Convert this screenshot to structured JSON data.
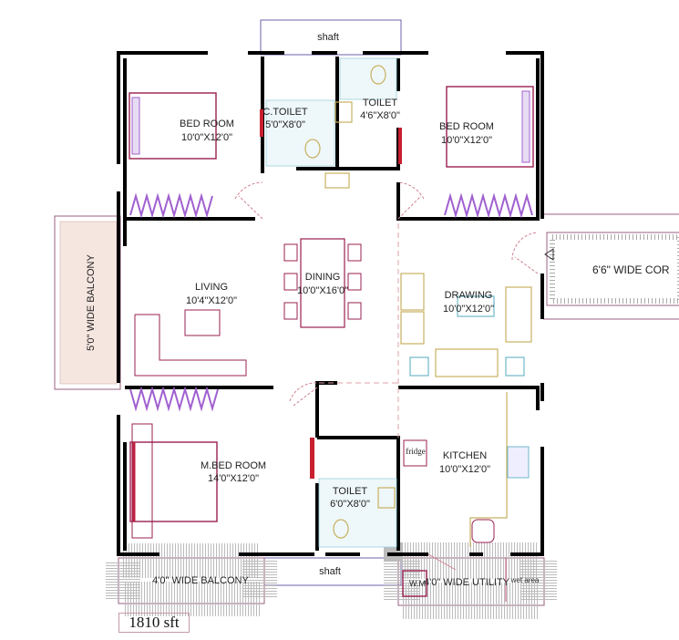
{
  "rooms": {
    "bed_room_left": {
      "name": "BED ROOM",
      "size": "10'0\"X12'0\""
    },
    "c_toilet": {
      "name": "C.TOILET",
      "size": "5'0\"X8'0\""
    },
    "toilet_top": {
      "name": "TOILET",
      "size": "4'6\"X8'0\""
    },
    "bed_room_right": {
      "name": "BED ROOM",
      "size": "10'0\"X12'0\""
    },
    "living": {
      "name": "LIVING",
      "size": "10'4\"X12'0\""
    },
    "dining": {
      "name": "DINING",
      "size": "10'0\"X16'0\""
    },
    "drawing": {
      "name": "DRAWING",
      "size": "10'0\"X12'0\""
    },
    "m_bed_room": {
      "name": "M.BED ROOM",
      "size": "14'0\"X12'0\""
    },
    "toilet_bottom": {
      "name": "TOILET",
      "size": "6'0\"X8'0\""
    },
    "kitchen": {
      "name": "KITCHEN",
      "size": "10'0\"X12'0\""
    }
  },
  "labels": {
    "shaft_top": "shaft",
    "shaft_bottom": "shaft",
    "balcony_left": "5'0\" WIDE BALCONY",
    "corridor_right": "6'6\" WIDE COR",
    "balcony_bottom": "4'0\" WIDE BALCONY",
    "utility": "4'0\" WIDE UTILITY",
    "wm": "W.M",
    "wet_area": "wet area",
    "fridge": "fridge"
  },
  "total_area": "1810 sft",
  "colors": {
    "wall": "#000000",
    "bed": "#9a2050",
    "wardrobe": "#a060d0",
    "furniture": "#c8b060",
    "tiles": "#70b8c8",
    "door": "#d08090"
  }
}
